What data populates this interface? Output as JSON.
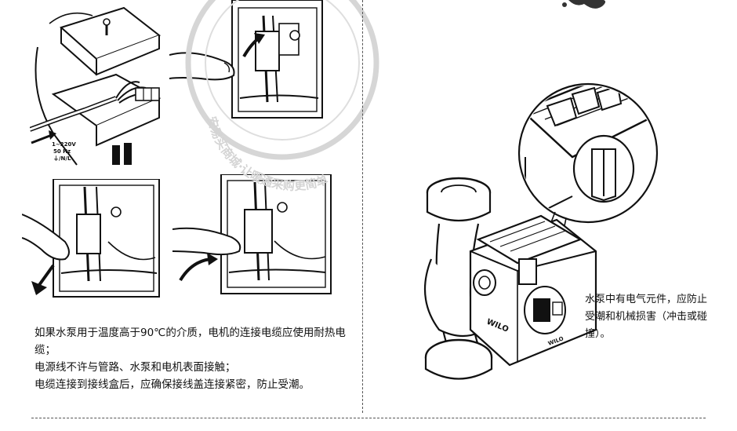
{
  "left_text": [
    "如果水泵用于温度高于90℃的介质，电机的连接电缆应使用耐热电缆；",
    "电源线不许与管路、水泵和电机表面接触；",
    "电缆连接到接线盒后，应确保接线盖连接紧密，防止受潮。"
  ],
  "right_text": "水泵中有电气元件，应防止受潮和机械损害（冲击或碰撞）。",
  "fig1_label": {
    "voltage": "1~220V",
    "freq": "50 Hz",
    "terminals": "⏚/N/L"
  },
  "pump_brand": "WILO",
  "watermark_text": "安易买商城·让暖通采购更简单"
}
